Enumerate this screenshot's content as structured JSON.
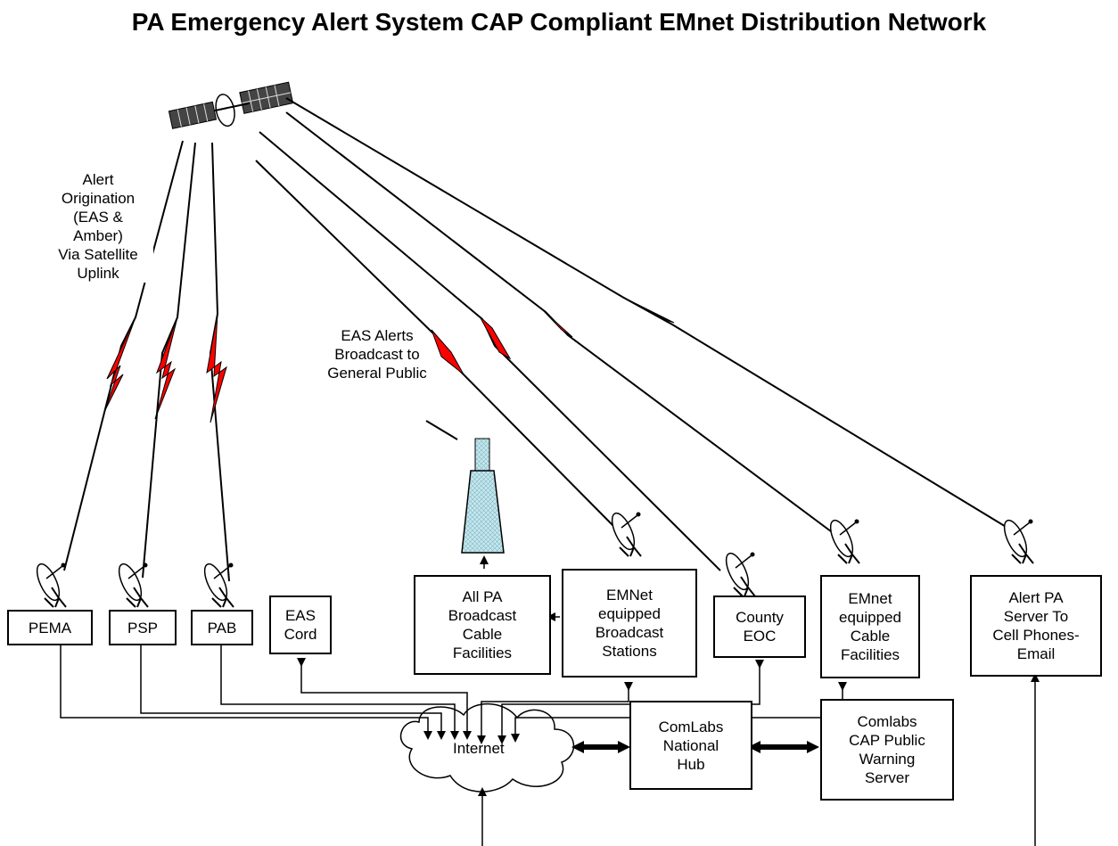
{
  "title": "PA Emergency Alert System CAP Compliant EMnet Distribution Network",
  "annotations": {
    "alert_origination": "Alert\nOrigination\n(EAS &\nAmber)\nVia Satellite\nUplink",
    "eas_broadcast": "EAS Alerts\nBroadcast  to\nGeneral Public"
  },
  "nodes": {
    "pema": "PEMA",
    "psp": "PSP",
    "pab": "PAB",
    "eas_cord": "EAS\nCord",
    "all_pa_broadcast": "All PA\nBroadcast\nCable\nFacilities",
    "emnet_broadcast": "EMNet\nequipped\nBroadcast\nStations",
    "county_eoc": "County\nEOC",
    "emnet_cable": "EMnet\nequipped\nCable\nFacilities",
    "alert_pa_server": "Alert PA\nServer To\nCell Phones-\nEmail",
    "internet": "Internet",
    "comlabs_hub": "ComLabs\nNational\nHub",
    "comlabs_cap": "Comlabs\nCAP Public\nWarning\nServer"
  },
  "colors": {
    "lightning": "#ff0000",
    "tower": "#bfe3ea",
    "line": "#000000"
  }
}
